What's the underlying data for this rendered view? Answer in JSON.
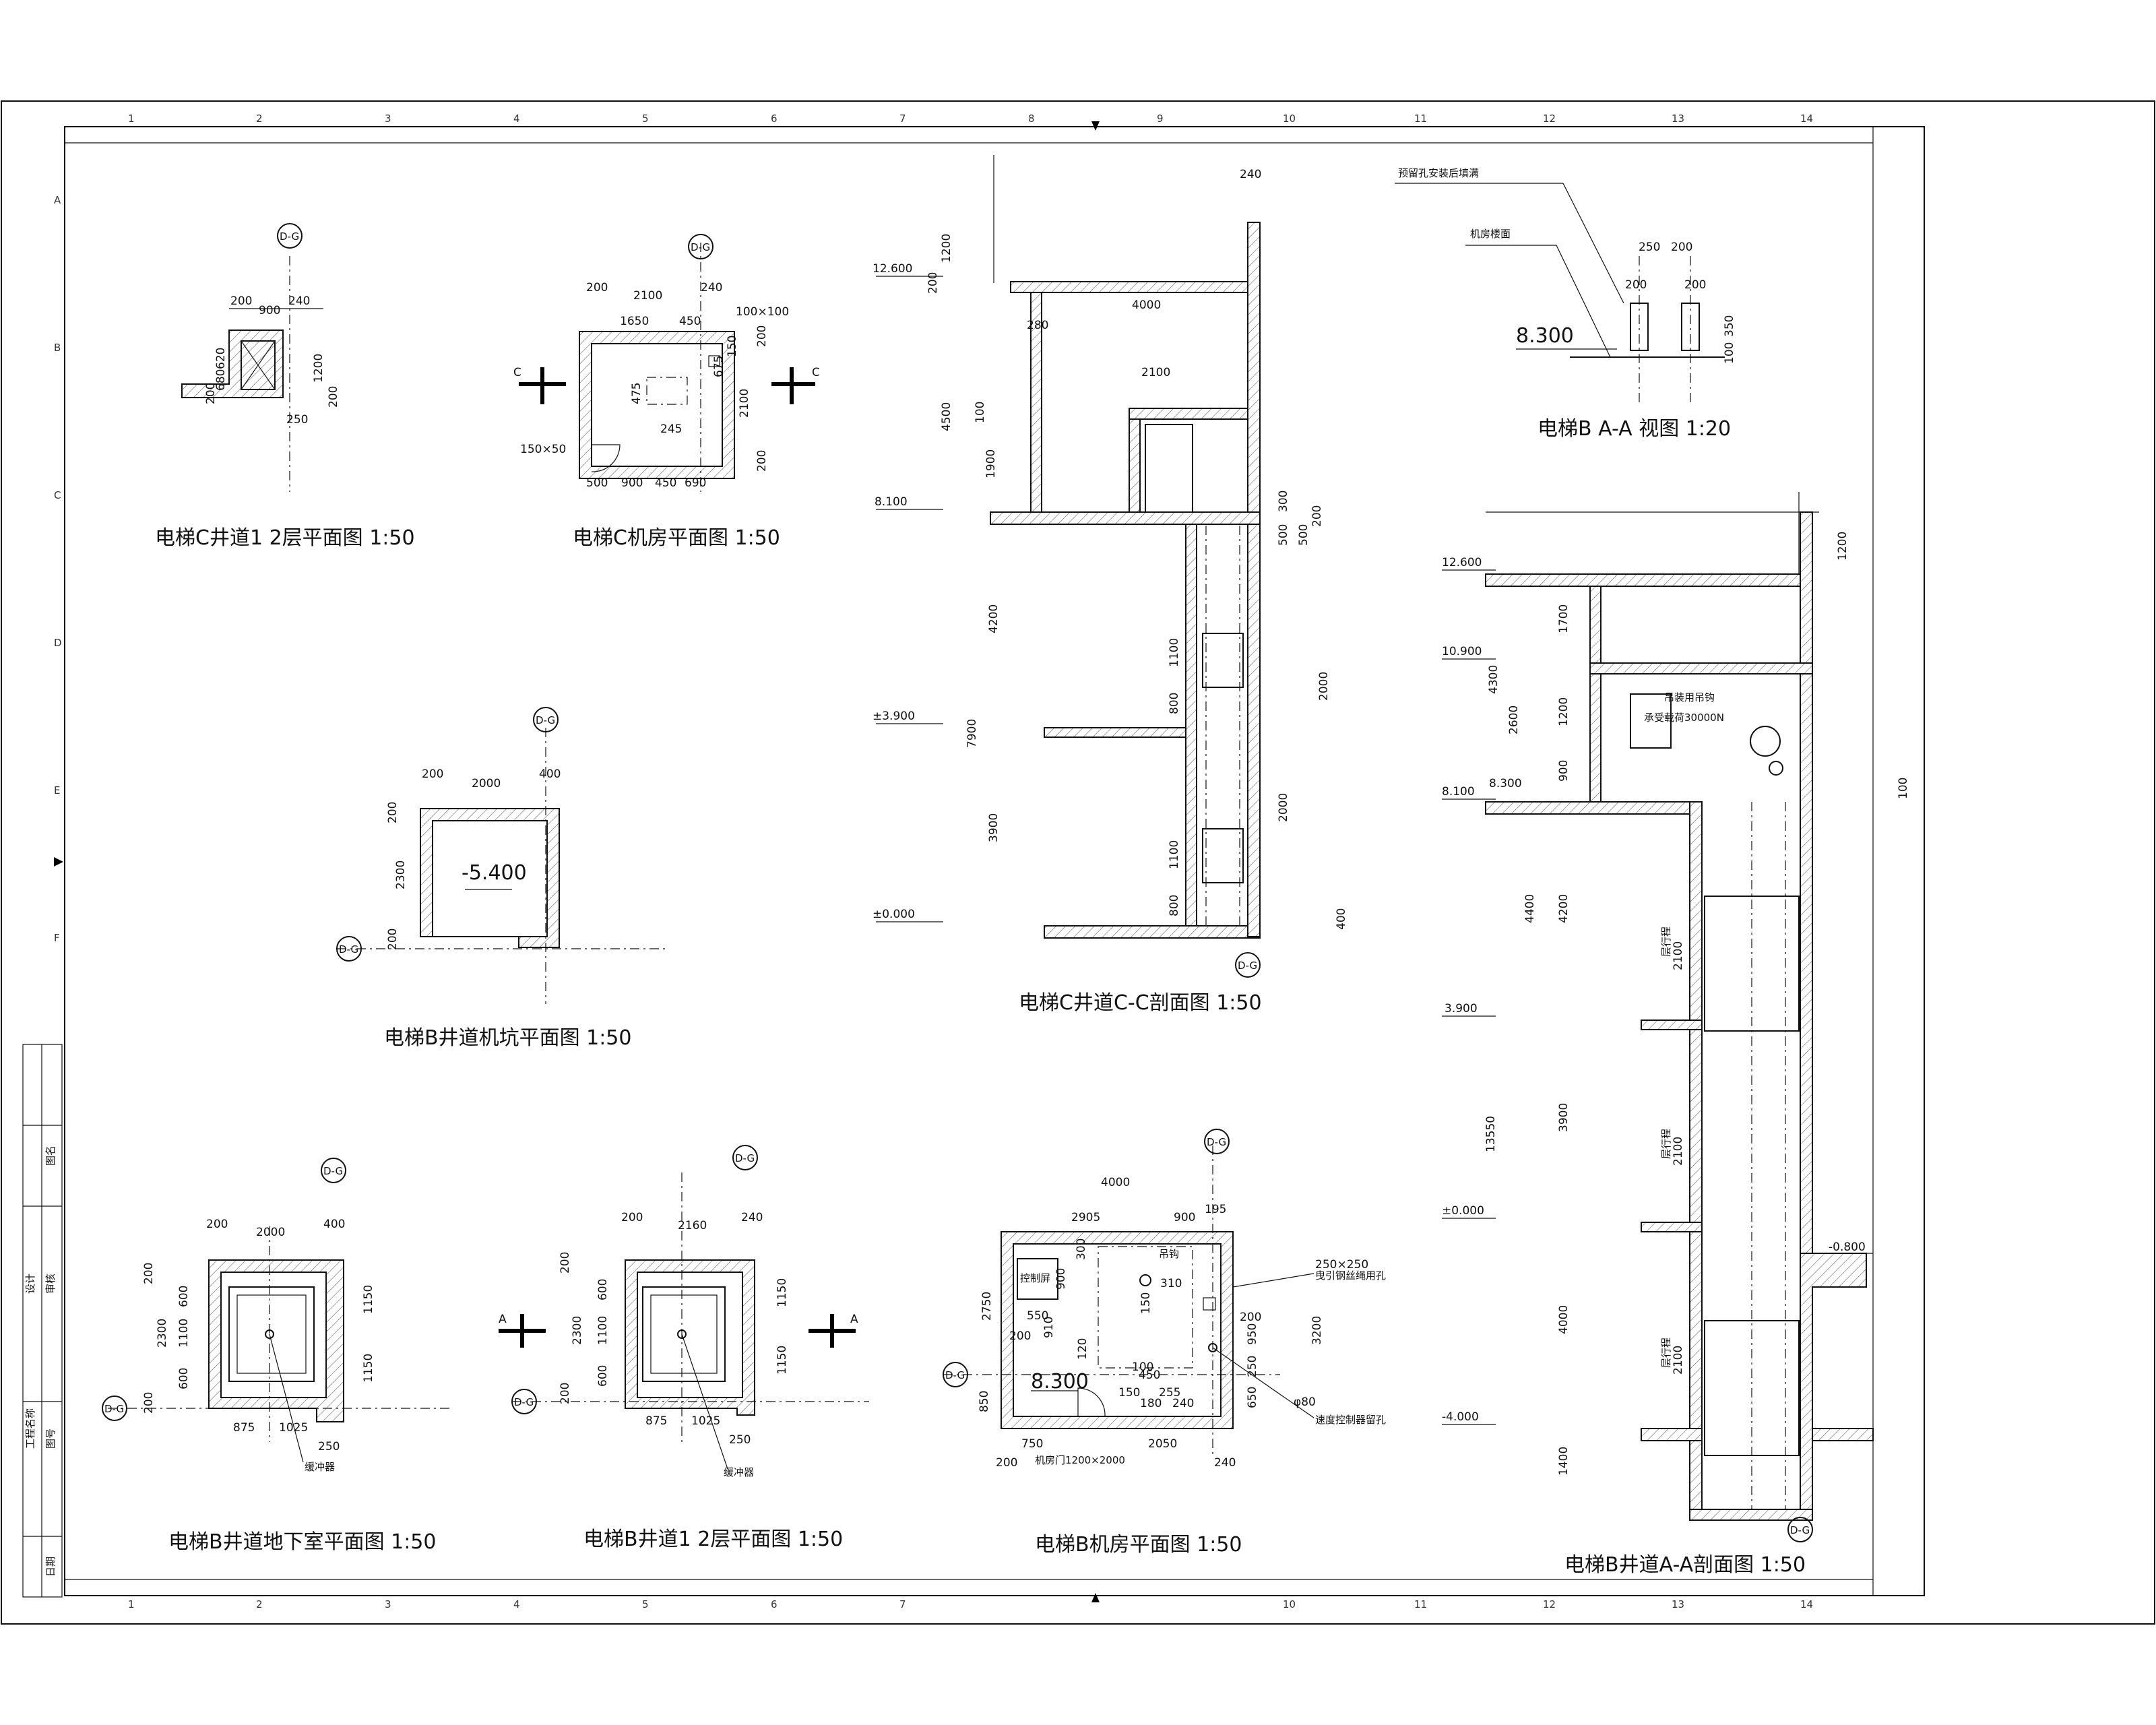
{
  "grid": {
    "columns": [
      "1",
      "2",
      "3",
      "4",
      "5",
      "6",
      "7",
      "8",
      "9",
      "10",
      "11",
      "12",
      "13",
      "14"
    ],
    "rows": [
      "A",
      "B",
      "C",
      "D",
      "E",
      "F"
    ]
  },
  "views": [
    {
      "id": "c-floor",
      "title": "电梯C井道1 2层平面图 1:50"
    },
    {
      "id": "c-machine",
      "title": "电梯C机房平面图 1:50"
    },
    {
      "id": "c-section",
      "title": "电梯C井道C-C剖面图 1:50"
    },
    {
      "id": "b-aa-detail",
      "title": "电梯B A-A 视图 1:20"
    },
    {
      "id": "b-pit",
      "title": "电梯B井道机坑平面图 1:50"
    },
    {
      "id": "b-basement",
      "title": "电梯B井道地下室平面图 1:50"
    },
    {
      "id": "b-floor",
      "title": "电梯B井道1 2层平面图 1:50"
    },
    {
      "id": "b-machine",
      "title": "电梯B机房平面图 1:50"
    },
    {
      "id": "b-section",
      "title": "电梯B井道A-A剖面图 1:50"
    }
  ],
  "notes": {
    "reserved_hole": "预留孔安装后填满",
    "machine_floor": "机房楼面",
    "hoist_hook": "吊装用吊钩",
    "load_capacity": "承受载荷30000N",
    "buffer": "缓冲器",
    "control_cabinet": "控制屏",
    "hook": "吊钩",
    "rope_hole": "曳引钢丝绳用孔",
    "governor_hole": "速度控制器留孔",
    "machine_door": "机房门1200×2000",
    "travel": "层行程"
  },
  "levels": {
    "c": [
      "12.600",
      "8.100",
      "±3.900",
      "±0.000"
    ],
    "b": [
      "12.600",
      "10.900",
      "8.100",
      "8.300",
      "3.900",
      "±0.000",
      "-0.800",
      "-4.000"
    ],
    "pit": "-5.400",
    "machine_b": "8.300",
    "aa": "8.300"
  },
  "dims": {
    "c_floor": [
      "200",
      "900",
      "240",
      "620",
      "680",
      "200",
      "1200",
      "200",
      "250"
    ],
    "c_machine": [
      "200",
      "2100",
      "240",
      "1650",
      "450",
      "100×100",
      "675",
      "150",
      "200",
      "2100",
      "200",
      "475",
      "245",
      "150×50",
      "500",
      "900",
      "450",
      "690"
    ],
    "c_section": [
      "240",
      "1200",
      "200",
      "4000",
      "280",
      "2100",
      "4500",
      "100",
      "1900",
      "300",
      "500",
      "200",
      "500",
      "4200",
      "1100",
      "800",
      "7900",
      "2000",
      "3900",
      "1100",
      "800",
      "2000",
      "400"
    ],
    "aa": [
      "250",
      "200",
      "200",
      "200",
      "350",
      "100"
    ],
    "b_section": [
      "1200",
      "1700",
      "4300",
      "2600",
      "1200",
      "900",
      "100",
      "4400",
      "4200",
      "2100",
      "13550",
      "3900",
      "2100",
      "4000",
      "2100",
      "1400"
    ],
    "pit": [
      "200",
      "2000",
      "400",
      "200",
      "2300",
      "200"
    ],
    "b_basement": [
      "200",
      "2000",
      "400",
      "200",
      "600",
      "1100",
      "600",
      "200",
      "2300",
      "1150",
      "1150",
      "875",
      "1025",
      "250"
    ],
    "b_floor": [
      "200",
      "2160",
      "240",
      "200",
      "600",
      "1100",
      "600",
      "200",
      "2300",
      "1150",
      "1150",
      "875",
      "1025",
      "250"
    ],
    "b_machine": [
      "4000",
      "2905",
      "900",
      "195",
      "300",
      "900",
      "310",
      "150",
      "2750",
      "200",
      "550",
      "910",
      "120",
      "100",
      "450",
      "950",
      "250",
      "200",
      "3200",
      "650",
      "250×250",
      "150",
      "255",
      "180",
      "240",
      "850",
      "750",
      "2050",
      "200",
      "240",
      "φ80"
    ]
  },
  "cut_marks": {
    "c": "C",
    "a": "A"
  },
  "axis_tag": "D-G",
  "title_block": [
    "图名",
    "设计",
    "审核",
    "工程名称",
    "图号",
    "日期"
  ]
}
